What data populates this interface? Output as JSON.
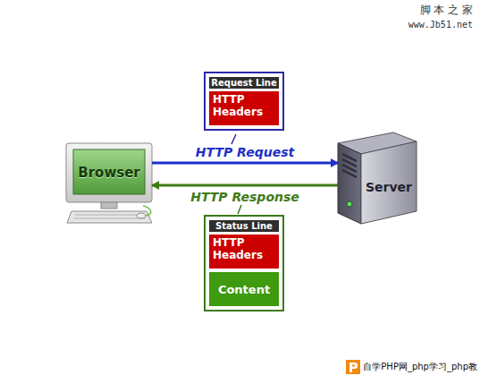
{
  "diagram": {
    "nodes": [
      {
        "text": [
          "Browser"
        ]
      },
      {
        "text": [
          "Server"
        ]
      },
      {
        "text": [
          "Request Line",
          "HTTP Headers"
        ]
      },
      {
        "text": [
          "Status Line",
          "HTTP Headers",
          "Content"
        ]
      }
    ],
    "edges": [
      {
        "from": 0,
        "to": 1,
        "label": "HTTP Request",
        "arrow": "to"
      },
      {
        "from": 1,
        "to": 0,
        "label": "HTTP Response",
        "arrow": "to"
      }
    ],
    "labels": [
      "脚 本 之 家",
      "www.Jb51.net",
      "自学PHP网_php学习_php教"
    ]
  }
}
